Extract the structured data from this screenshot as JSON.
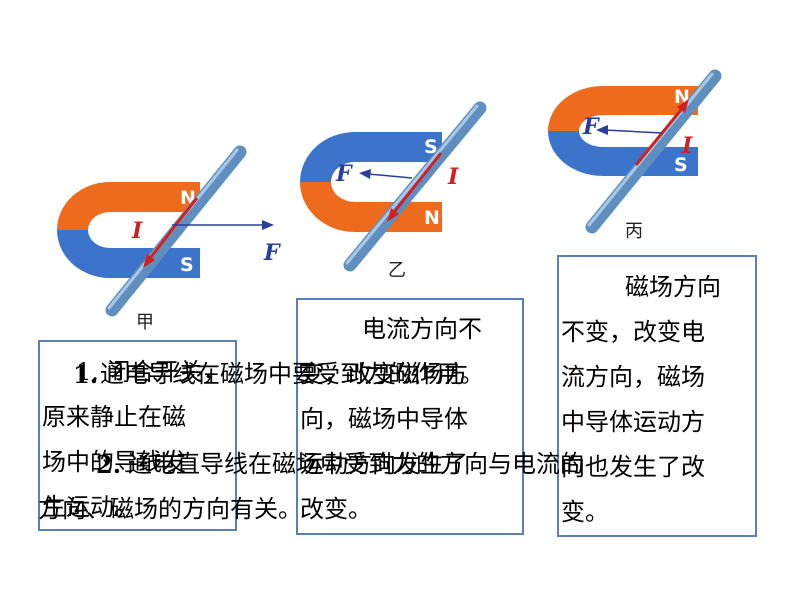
{
  "colors": {
    "north": "#ee6a1c",
    "south": "#3c74cc",
    "rod": "#5f8fbf",
    "current": "#d22020",
    "force": "#2a3e9a",
    "border": "#5b7fb8"
  },
  "figure_a": {
    "caption": "甲",
    "pole_n": "N",
    "pole_s": "S",
    "current": "I",
    "force": "F"
  },
  "figure_b": {
    "caption": "乙",
    "pole_n": "N",
    "pole_s": "S",
    "current": "I",
    "force": "F"
  },
  "figure_c": {
    "caption": "丙",
    "pole_n": "N",
    "pole_s": "S",
    "current": "I",
    "force": "F"
  },
  "box_a": {
    "lines": [
      "1. 闭合开关，",
      "原来静止在磁",
      "场中的导线发",
      "生运动。"
    ]
  },
  "box_b": {
    "lines": [
      "电流方向不",
      "变，改变磁场方",
      "向，磁场中导体",
      "运动方向发生了",
      "改变。"
    ]
  },
  "box_c": {
    "lines": [
      "磁场方向",
      "不变，改变电",
      "流方向，磁场",
      "中导体运动方",
      "向也发生了改",
      "变。"
    ]
  },
  "overlay": {
    "c1_num": "1.",
    "c1_text": "通电导线在磁场中要受到力的作用。",
    "c2_num": "2.",
    "c2_line1": "通电直导线在磁场中受到力的方向与电流的",
    "c2_line2": "方向、磁场的方向有关。"
  }
}
